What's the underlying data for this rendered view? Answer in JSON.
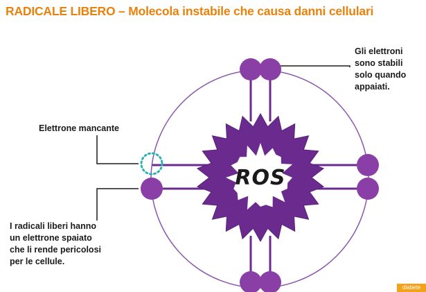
{
  "title": "RADICALE LIBERO – Molecola instabile che causa danni cellulari",
  "center_label": "ROS",
  "annotations": {
    "paired": [
      "Gli elettroni",
      "sono stabili",
      "solo quando",
      "appaiati."
    ],
    "missing": "Elettrone mancante",
    "unpaired": [
      "I radicali liberi hanno",
      "un elettrone spaiato",
      "che li rende pericolosi",
      "per le cellule."
    ]
  },
  "colors": {
    "title": "#e8820c",
    "purple": "#6a2a8e",
    "electron": "#8a3fa6",
    "missing_electron": "#2ab1b6",
    "ring": "#8a56ad"
  },
  "corner_logo": "diabete"
}
